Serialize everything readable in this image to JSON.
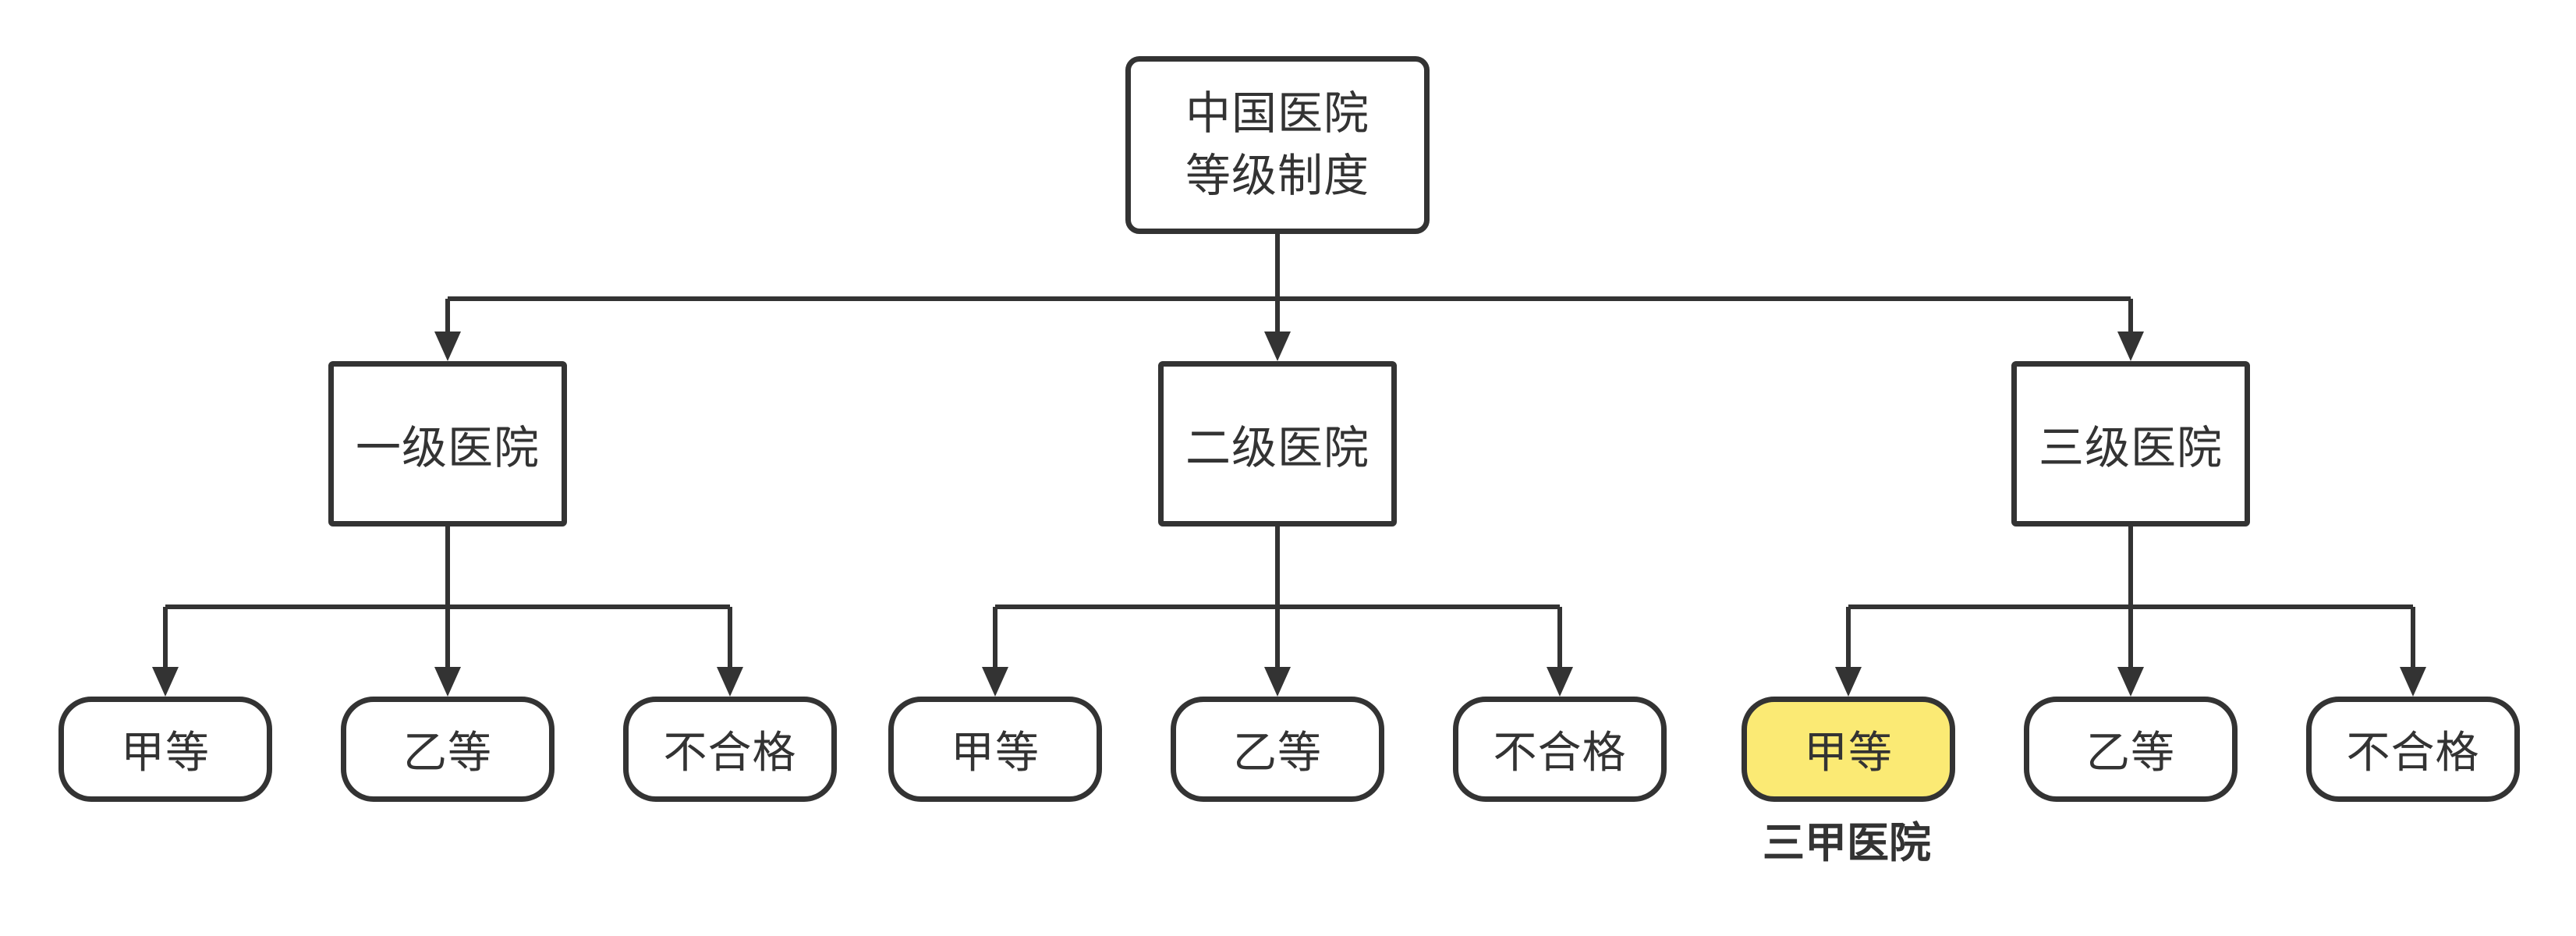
{
  "diagram": {
    "root": {
      "label": "中国医院\n等级制度"
    },
    "level2": [
      {
        "label": "一级医院"
      },
      {
        "label": "二级医院"
      },
      {
        "label": "三级医院"
      }
    ],
    "grades": [
      {
        "parent_label": "一级医院",
        "items": [
          {
            "label": "甲等"
          },
          {
            "label": "乙等"
          },
          {
            "label": "不合格"
          }
        ]
      },
      {
        "parent_label": "二级医院",
        "items": [
          {
            "label": "甲等"
          },
          {
            "label": "乙等"
          },
          {
            "label": "不合格"
          }
        ]
      },
      {
        "parent_label": "三级医院",
        "items": [
          {
            "label": "甲等",
            "highlighted": true
          },
          {
            "label": "乙等"
          },
          {
            "label": "不合格"
          }
        ]
      }
    ],
    "annotation": {
      "label": "三甲医院"
    },
    "colors": {
      "stroke": "#333333",
      "text": "#333333",
      "node_fill": "#FFFFFF",
      "highlight_fill": "#FBEA74",
      "background": "#FFFFFF"
    }
  }
}
